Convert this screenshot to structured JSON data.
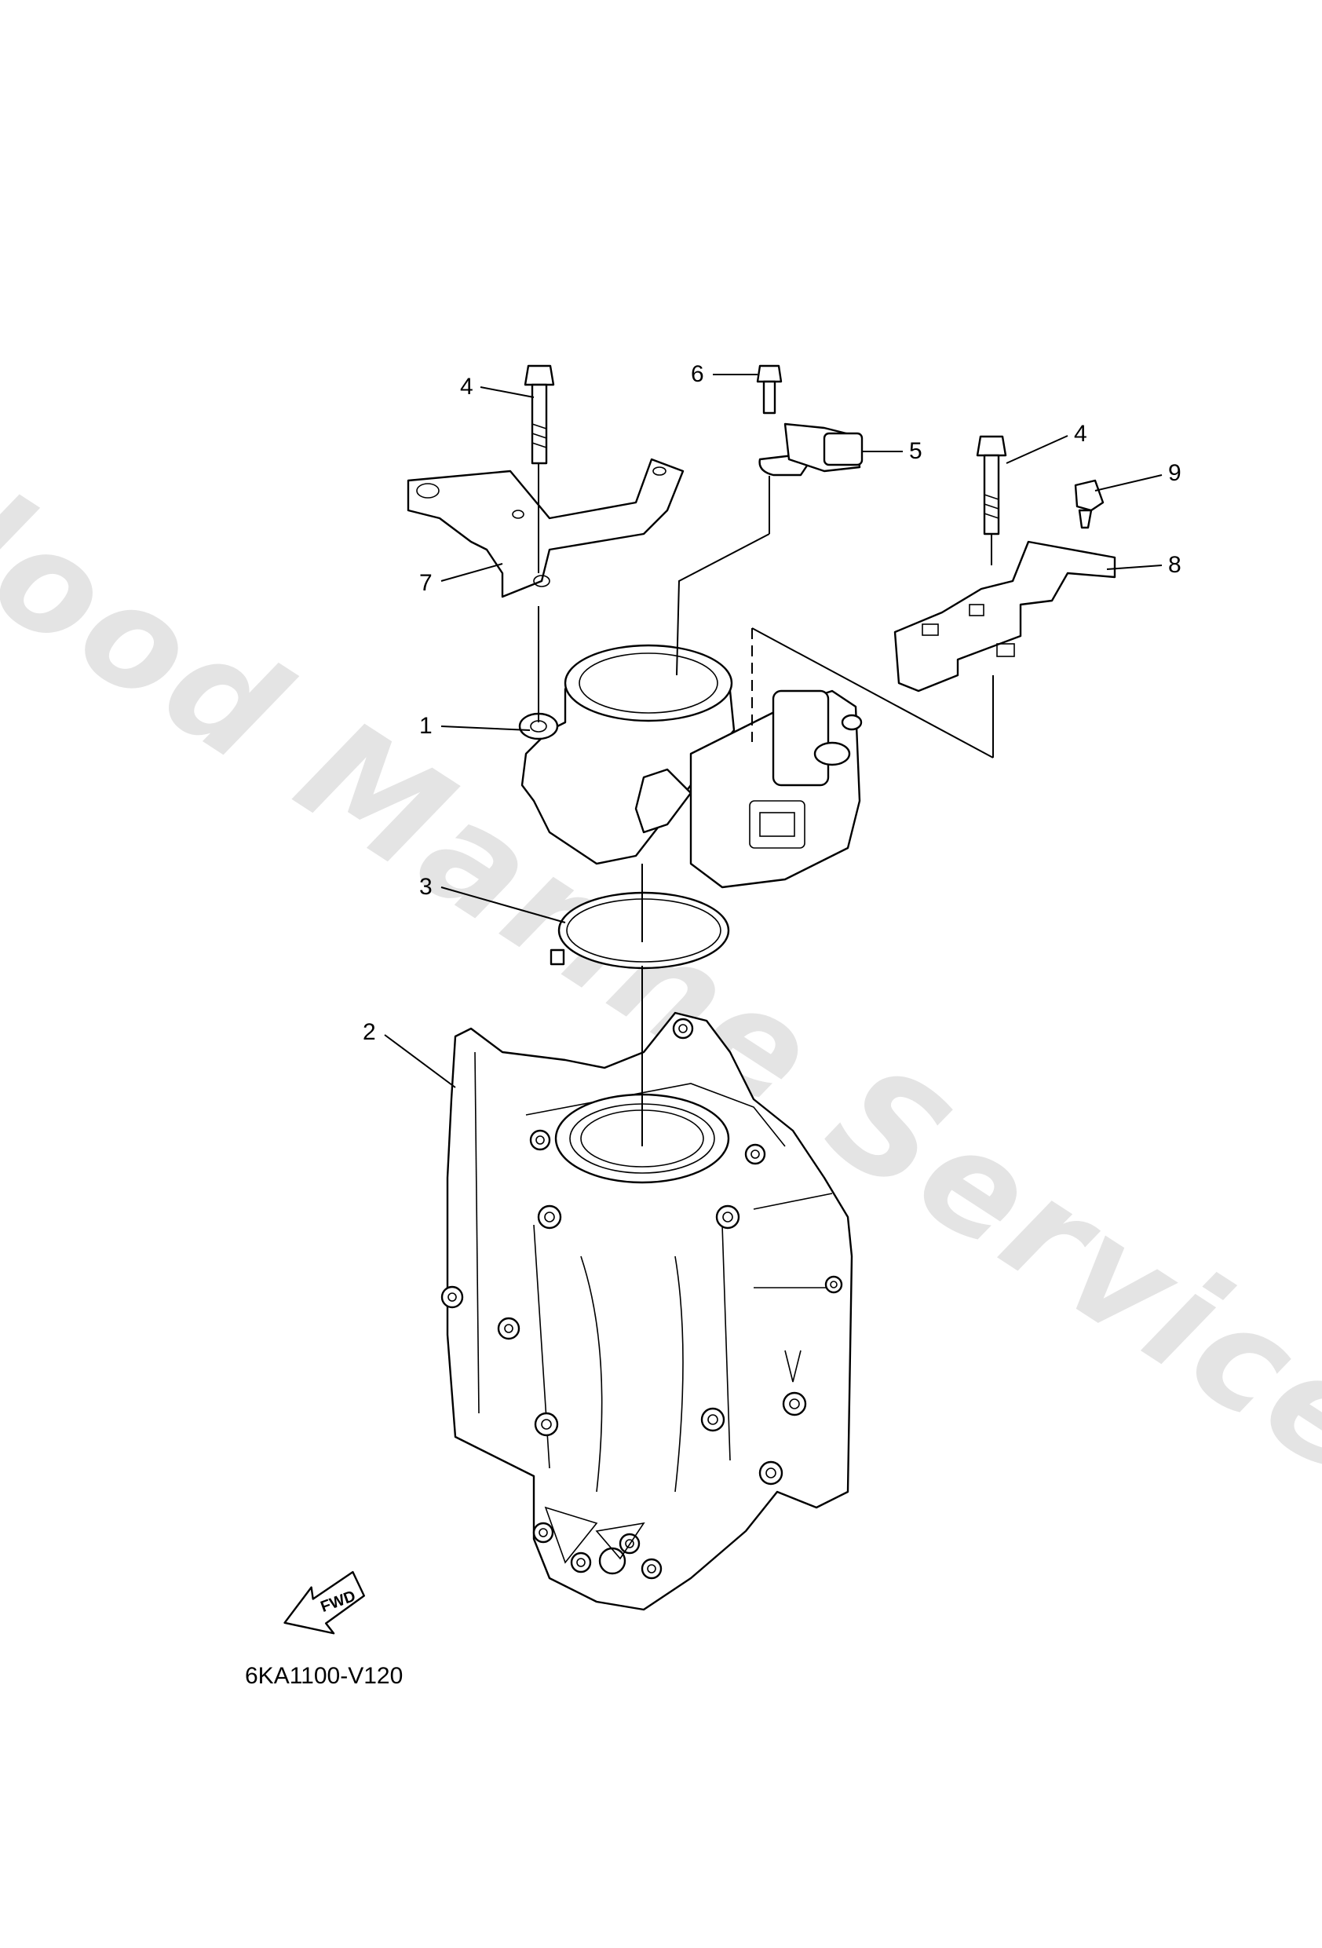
{
  "watermark": "Flood Marine Services",
  "diagram_code": "6KA1100-V120",
  "fwd_label": "FWD",
  "callouts": {
    "c1": "1",
    "c2": "2",
    "c3": "3",
    "c4a": "4",
    "c4b": "4",
    "c5": "5",
    "c6": "6",
    "c7": "7",
    "c8": "8",
    "c9": "9"
  }
}
